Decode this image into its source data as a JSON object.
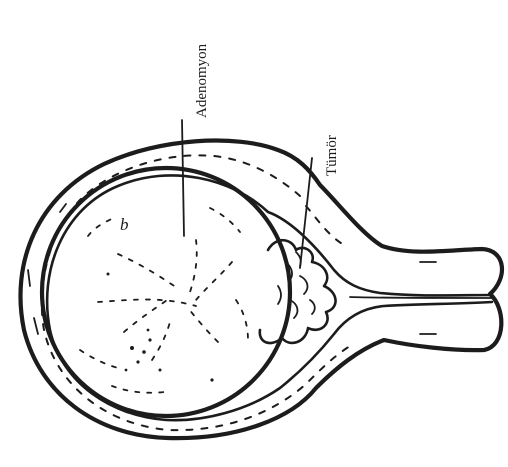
{
  "labels": {
    "adenomyosis": "Adenomyon",
    "tumor": "Tümör",
    "region": "b"
  }
}
